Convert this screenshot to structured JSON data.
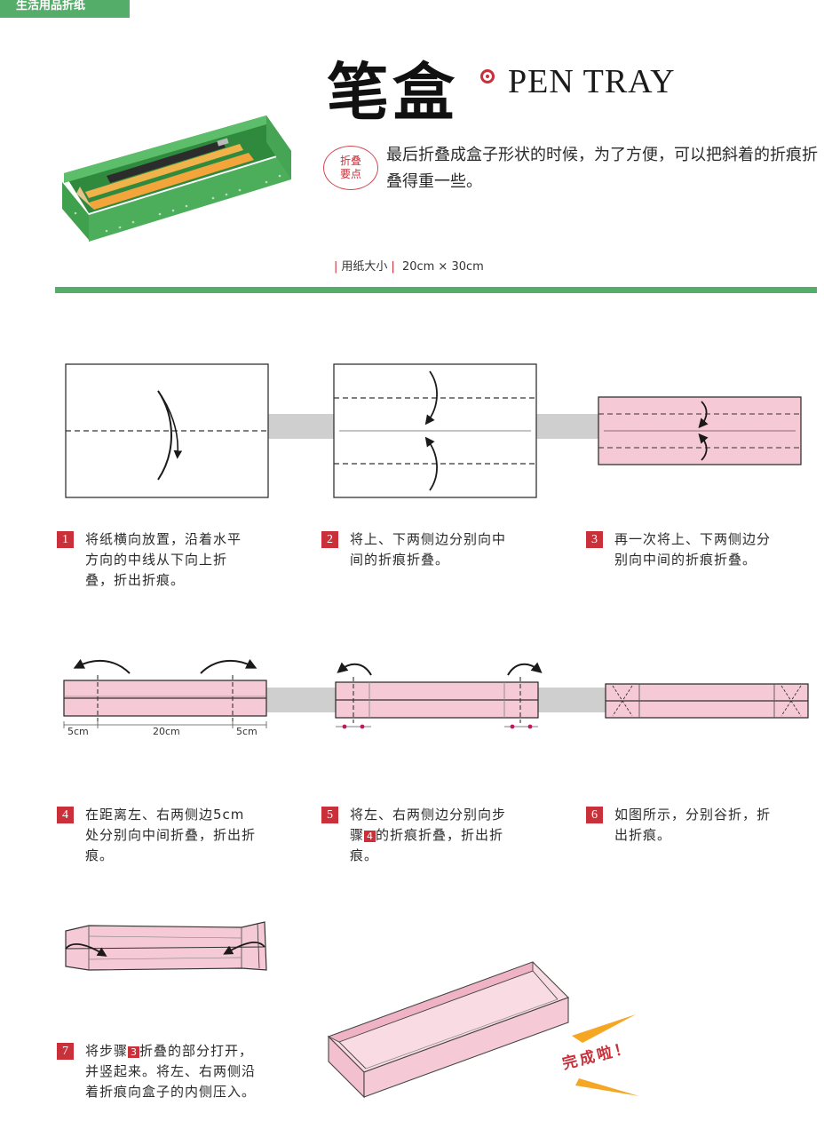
{
  "header": {
    "corner_label": "生活用品折纸",
    "title_cn": "笔盒",
    "title_en": "PEN TRAY",
    "tip_badge_line1": "折叠",
    "tip_badge_line2": "要点",
    "tip_text": "最后折叠成盒子形状的时候，为了方便，可以把斜着的折痕折叠得重一些。",
    "paper_size_label": "用纸大小",
    "paper_size_value": "20cm × 30cm"
  },
  "steps": [
    {
      "num": "1",
      "text": "将纸横向放置，沿着水平方向的中线从下向上折叠，折出折痕。"
    },
    {
      "num": "2",
      "text": "将上、下两侧边分别向中间的折痕折叠。"
    },
    {
      "num": "3",
      "text": "再一次将上、下两侧边分别向中间的折痕折叠。"
    },
    {
      "num": "4",
      "text": "在距离左、右两侧边5cm 处分别向中间折叠，折出折痕。"
    },
    {
      "num": "5",
      "text_a": "将左、右两侧边分别向步骤",
      "ref": "4",
      "text_b": "的折痕折叠，折出折痕。"
    },
    {
      "num": "6",
      "text": "如图所示，分别谷折，折出折痕。"
    },
    {
      "num": "7",
      "text_a": "将步骤",
      "ref": "3",
      "text_b": "折叠的部分打开，并竖起来。将左、右两侧沿着折痕向盒子的内侧压入。"
    }
  ],
  "dimensions": {
    "left": "5cm",
    "middle": "20cm",
    "right": "5cm"
  },
  "finish_label": "完成啦！",
  "colors": {
    "accent_green": "#55ad6a",
    "accent_red": "#c9303a",
    "paper_pink": "#f6c9d6",
    "connector_gray": "#cfcfcf",
    "tray_green": "#3f9b4c"
  }
}
